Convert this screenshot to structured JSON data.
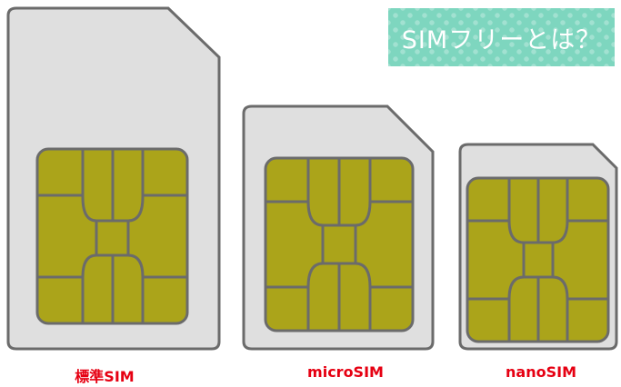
{
  "title_badge": {
    "text": "SIMフリーとは？",
    "background_color": "#7ed6bf",
    "text_color": "#ffffff"
  },
  "sim_cards": [
    {
      "name": "standard",
      "label": "標準SIM"
    },
    {
      "name": "micro",
      "label": "microSIM"
    },
    {
      "name": "nano",
      "label": "nanoSIM"
    }
  ],
  "colors": {
    "card_fill": "#dfdfdf",
    "card_outline": "#6b6b6b",
    "chip_fill": "#aba41a",
    "chip_lines": "#6b6b6b",
    "label_color": "#e60012"
  }
}
